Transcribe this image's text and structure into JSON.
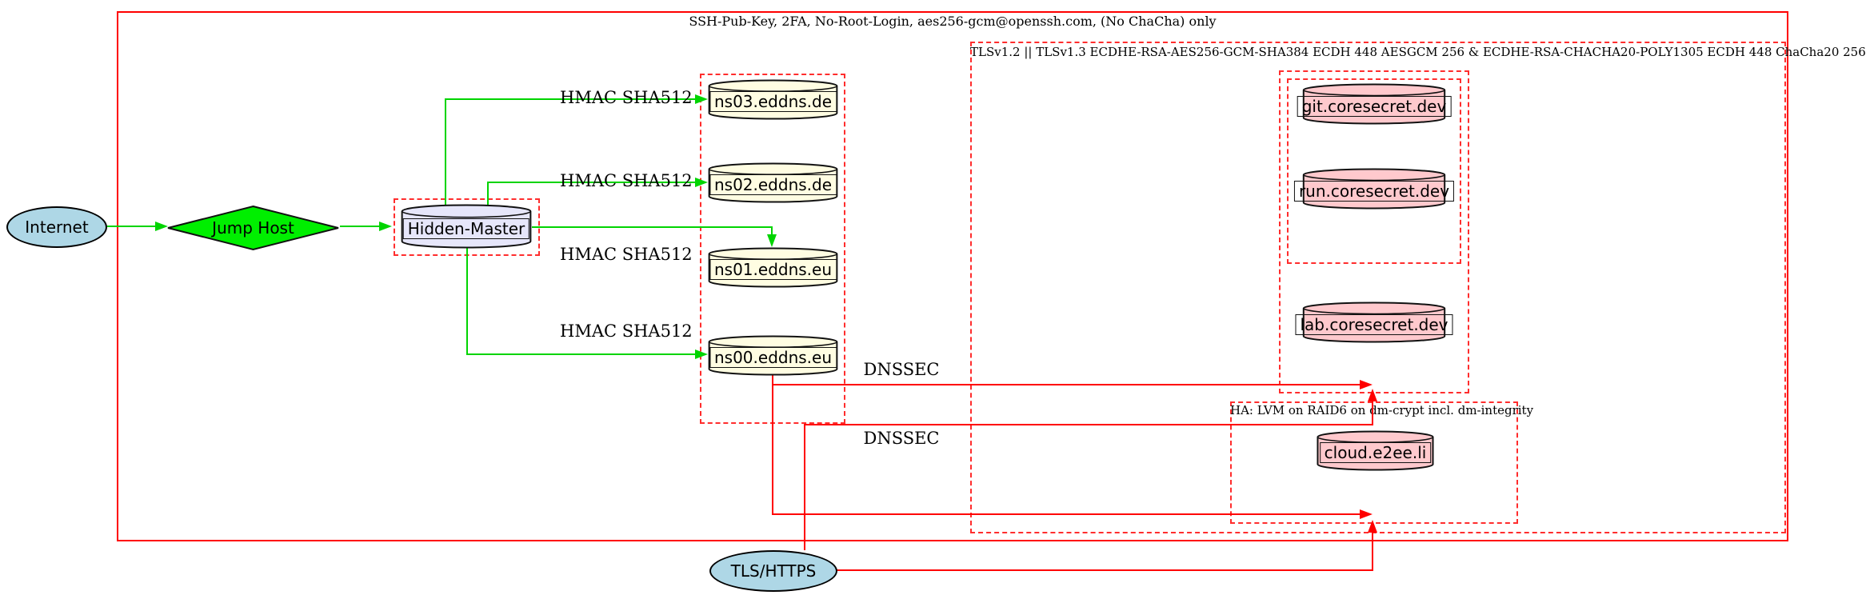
{
  "clusters": {
    "ssh": {
      "label": "SSH-Pub-Key, 2FA, No-Root-Login, aes256-gcm@openssh.com, (No ChaCha) only"
    },
    "tls": {
      "label": "TLSv1.2 || TLSv1.3 ECDHE-RSA-AES256-GCM-SHA384 ECDH 448 AESGCM 256 & ECDHE-RSA-CHACHA20-POLY1305 ECDH 448 ChaCha20 256"
    },
    "ha": {
      "label": "HA: LVM on RAID6 on dm-crypt incl. dm-integrity"
    }
  },
  "nodes": {
    "internet": {
      "label": "Internet",
      "shape": "ellipse",
      "fill": "#aed7e6"
    },
    "jump_host": {
      "label": "Jump Host",
      "shape": "diamond",
      "fill": "#00ef00"
    },
    "hidden_master": {
      "label": "Hidden-Master",
      "shape": "cylinder",
      "fill": "#e6e6fa"
    },
    "ns03": {
      "label": "ns03.eddns.de",
      "shape": "cylinder",
      "fill": "#fffde2"
    },
    "ns02": {
      "label": "ns02.eddns.de",
      "shape": "cylinder",
      "fill": "#fffde2"
    },
    "ns01": {
      "label": "ns01.eddns.eu",
      "shape": "cylinder",
      "fill": "#fffde2"
    },
    "ns00": {
      "label": "ns00.eddns.eu",
      "shape": "cylinder",
      "fill": "#fffde2"
    },
    "git": {
      "label": "git.coresecret.dev",
      "shape": "cylinder",
      "fill": "#ffc9cd"
    },
    "run": {
      "label": "run.coresecret.dev",
      "shape": "cylinder",
      "fill": "#ffc9cd"
    },
    "lab": {
      "label": "lab.coresecret.dev",
      "shape": "cylinder",
      "fill": "#ffc9cd"
    },
    "cloud": {
      "label": "cloud.e2ee.li",
      "shape": "cylinder",
      "fill": "#ffc9cd"
    },
    "tls_https": {
      "label": "TLS/HTTPS",
      "shape": "ellipse",
      "fill": "#aed7e6"
    }
  },
  "edge_labels": {
    "hmac1": "HMAC SHA512",
    "hmac2": "HMAC SHA512",
    "hmac3": "HMAC SHA512",
    "hmac4": "HMAC SHA512",
    "dnssec1": "DNSSEC",
    "dnssec2": "DNSSEC"
  },
  "edges": [
    {
      "from": "Internet",
      "to": "Jump Host",
      "color": "green"
    },
    {
      "from": "Jump Host",
      "to": "Hidden-Master",
      "color": "green"
    },
    {
      "from": "Hidden-Master",
      "to": "ns03.eddns.de",
      "label": "HMAC SHA512",
      "color": "green"
    },
    {
      "from": "Hidden-Master",
      "to": "ns02.eddns.de",
      "label": "HMAC SHA512",
      "color": "green"
    },
    {
      "from": "Hidden-Master",
      "to": "ns01.eddns.eu",
      "label": "HMAC SHA512",
      "color": "green"
    },
    {
      "from": "Hidden-Master",
      "to": "ns00.eddns.eu",
      "label": "HMAC SHA512",
      "color": "green"
    },
    {
      "from": "ns00.eddns.eu",
      "to": "coresecret-cluster",
      "label": "DNSSEC",
      "color": "red"
    },
    {
      "from": "ns00.eddns.eu",
      "to": "ha-cluster",
      "color": "red"
    },
    {
      "from": "TLS/HTTPS",
      "to": "coresecret-cluster",
      "label": "DNSSEC",
      "color": "red"
    },
    {
      "from": "TLS/HTTPS",
      "to": "ha-cluster",
      "color": "red"
    }
  ],
  "colors": {
    "edge_green": "#00d400",
    "edge_red": "#ff0000",
    "cluster_border_red": "#ff2d2d",
    "node_lightblue": "#aed7e6",
    "node_green": "#00ef00",
    "node_lavender": "#e6e6fa",
    "node_lightyellow": "#fffde2",
    "node_pink": "#ffc9cd"
  }
}
